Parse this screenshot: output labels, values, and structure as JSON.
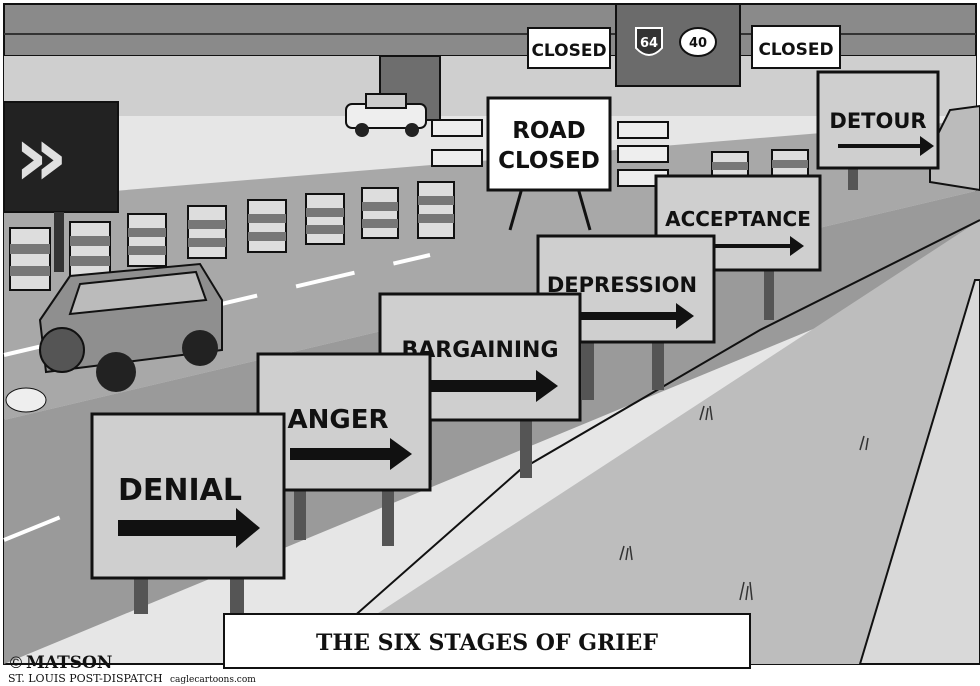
{
  "caption": "THE SIX STAGES OF GRIEF",
  "stages": [
    {
      "label": "DENIAL"
    },
    {
      "label": "ANGER"
    },
    {
      "label": "BARGAINING"
    },
    {
      "label": "DEPRESSION"
    },
    {
      "label": "ACCEPTANCE"
    },
    {
      "label": "DETOUR"
    }
  ],
  "road_closed": {
    "line1": "ROAD",
    "line2": "CLOSED"
  },
  "closed_left": "CLOSED",
  "closed_right": "CLOSED",
  "route_interstate": "64",
  "route_us": "40",
  "credits": {
    "artist": "MATSON",
    "copyright": "©",
    "paper": "ST. LOUIS POST-DISPATCH",
    "site": "caglecartoons.com"
  },
  "colors": {
    "sky": "#d9d9d9",
    "road": "#9a9a9a",
    "grass": "#c9c9c9",
    "sign_face": "#cfcfcf",
    "overpass": "#7a7a7a"
  }
}
